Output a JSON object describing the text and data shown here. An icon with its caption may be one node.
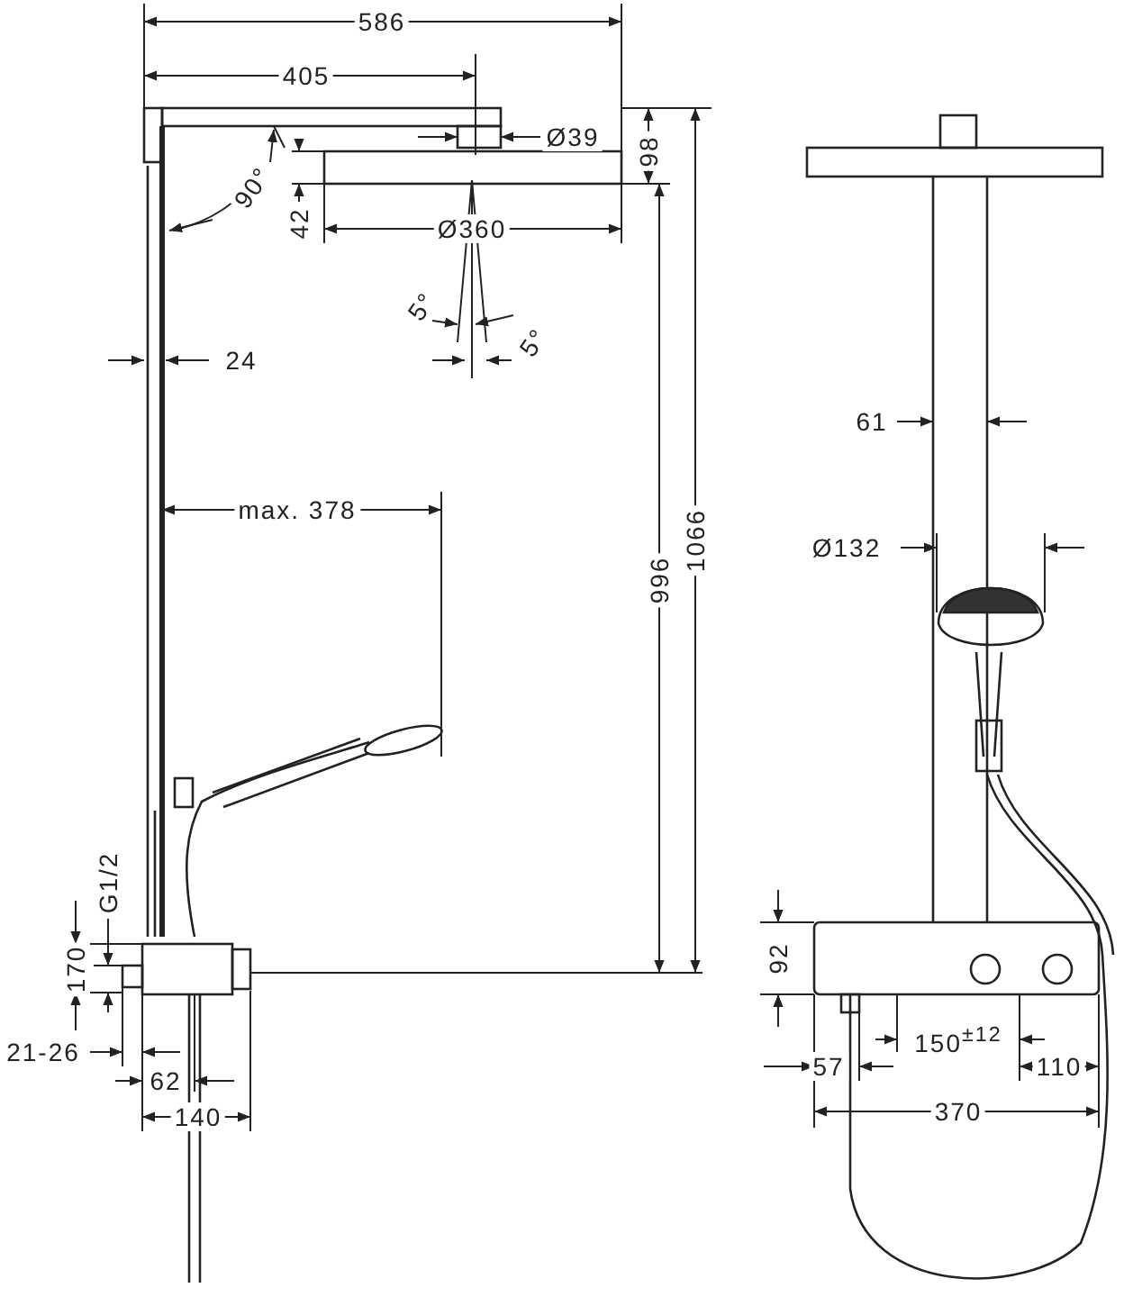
{
  "diagram": {
    "labels": [
      "586",
      "405",
      "Ø39",
      "98",
      "90°",
      "42",
      "Ø360",
      "5°",
      "5°",
      "24",
      "61",
      "max. 378",
      "Ø132",
      "996",
      "1066",
      "G1/2",
      "170",
      "92",
      "150$^{±12}$",
      "21-26",
      "57",
      "110",
      "62",
      "370",
      "140"
    ]
  }
}
